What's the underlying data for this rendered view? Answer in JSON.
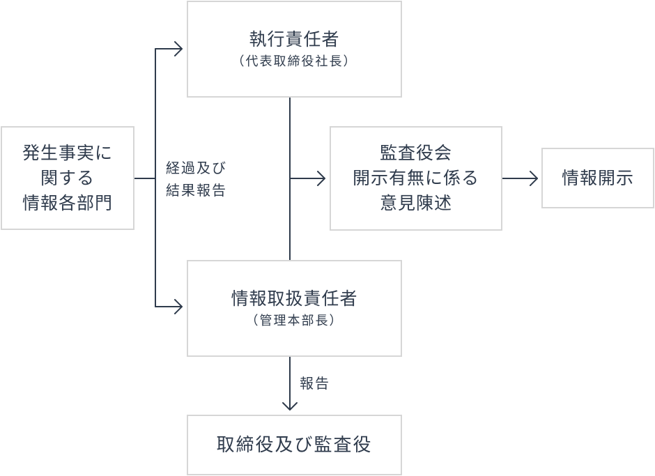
{
  "nodes": {
    "occurrence_dept": {
      "lines": [
        "発生事実に",
        "関する",
        "情報各部門"
      ]
    },
    "executive": {
      "title": "執行責任者",
      "subtitle": "（代表取締役社長）"
    },
    "info_manager": {
      "title": "情報取扱責任者",
      "subtitle": "（管理本部長）"
    },
    "audit_board": {
      "lines": [
        "監査役会",
        "開示有無に係る",
        "意見陳述"
      ]
    },
    "disclosure": {
      "title": "情報開示"
    },
    "directors": {
      "title": "取締役及び監査役"
    }
  },
  "edge_labels": {
    "progress_report": [
      "経過及び",
      "結果報告"
    ],
    "report": "報告"
  },
  "colors": {
    "line": "#2f3b4c",
    "border": "#d6d6d6",
    "text": "#2f3b4c"
  }
}
